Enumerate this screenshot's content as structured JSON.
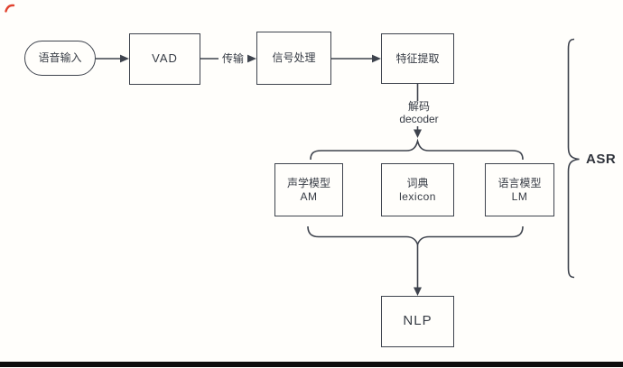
{
  "nodes": {
    "voice_input": {
      "label": "语音输入"
    },
    "vad": {
      "label": "VAD"
    },
    "signal_processing": {
      "label": "信号处理"
    },
    "feature_extraction": {
      "label": "特征提取"
    },
    "acoustic_model": {
      "label": "声学模型",
      "sublabel": "AM"
    },
    "lexicon": {
      "label": "词典",
      "sublabel": "lexicon"
    },
    "language_model": {
      "label": "语言模型",
      "sublabel": "LM"
    },
    "nlp": {
      "label": "NLP"
    }
  },
  "edge_labels": {
    "transmission": "传输",
    "decode_cn": "解码",
    "decode_en": "decoder"
  },
  "annotations": {
    "asr": "ASR"
  },
  "colors": {
    "stroke": "#3e434d",
    "text": "#363b44",
    "background": "#fffefb",
    "bottom_bar": "#0c0c0c",
    "corner_mark": "#e1432f"
  }
}
